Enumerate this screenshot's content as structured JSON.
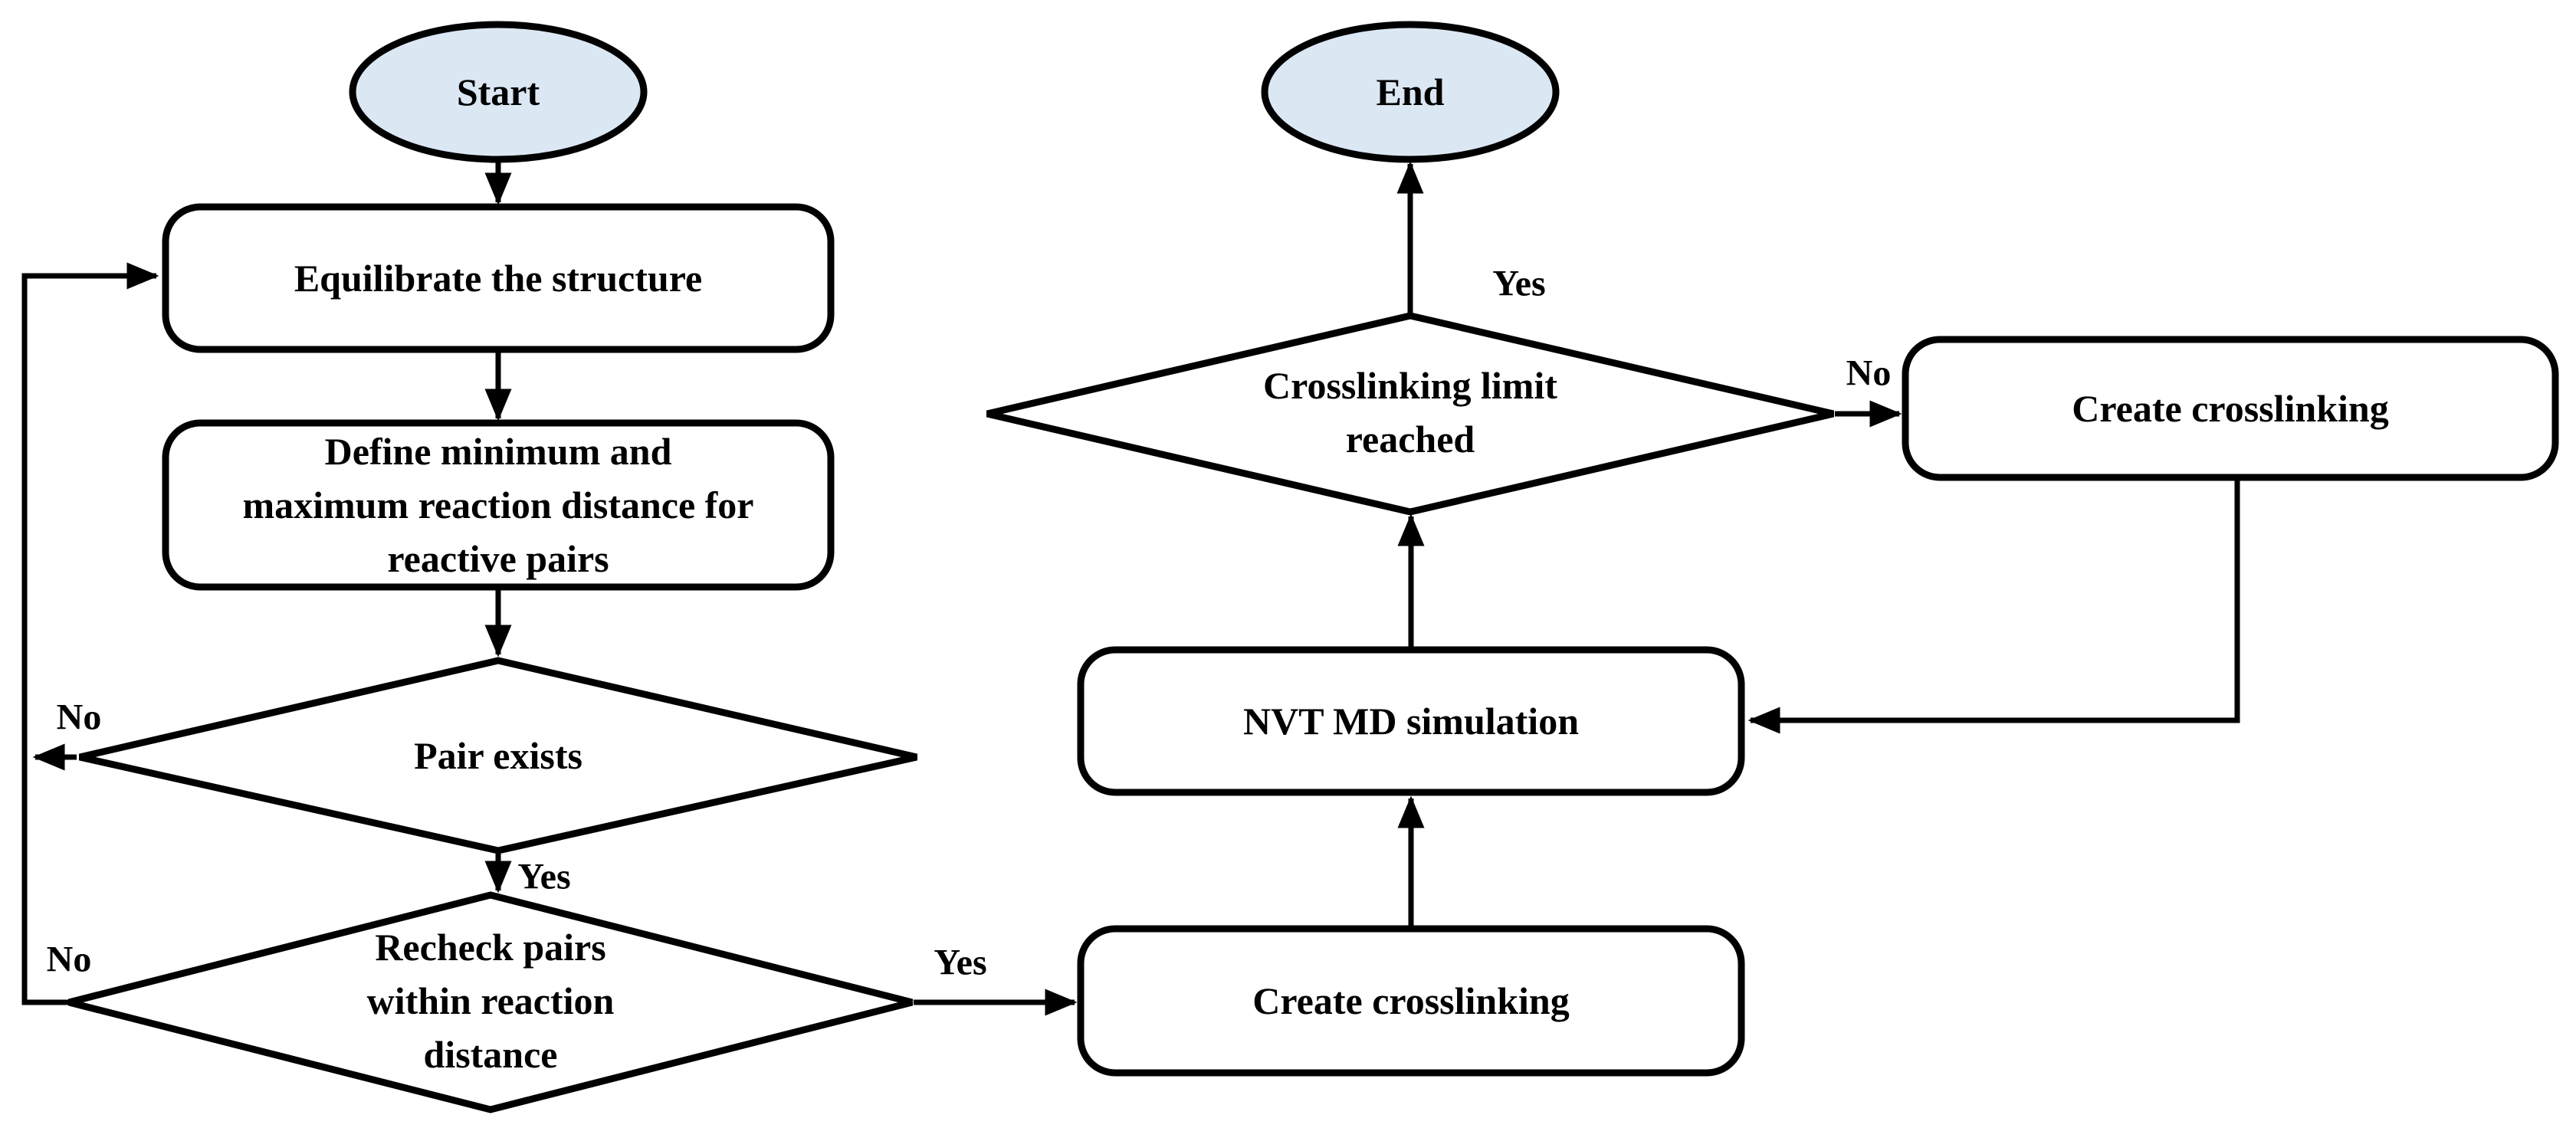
{
  "diagram": {
    "background": "#ffffff",
    "stroke_color": "#000000",
    "terminator_fill": "#dbe7f3",
    "process_fill": "#ffffff",
    "nodes": {
      "start": {
        "type": "terminator",
        "label": "Start"
      },
      "equilibrate": {
        "type": "process",
        "label": "Equilibrate the structure"
      },
      "define_distance": {
        "type": "process",
        "lines": [
          "Define minimum and",
          "maximum reaction distance for",
          "reactive pairs"
        ]
      },
      "pair_exists": {
        "type": "decision",
        "label": "Pair exists"
      },
      "recheck_pairs": {
        "type": "decision",
        "lines": [
          "Recheck pairs",
          "within reaction",
          "distance"
        ]
      },
      "create_crosslinking": {
        "type": "process",
        "label": "Create crosslinking"
      },
      "nvt_md": {
        "type": "process",
        "label": "NVT MD simulation"
      },
      "crosslinking_limit": {
        "type": "decision",
        "lines": [
          "Crosslinking limit",
          "reached"
        ]
      },
      "create_crosslinking_alt": {
        "type": "process",
        "label": "Create crosslinking"
      },
      "end": {
        "type": "terminator",
        "label": "End"
      }
    },
    "edge_labels": {
      "pair_exists_no": "No",
      "pair_exists_yes": "Yes",
      "recheck_no": "No",
      "recheck_yes": "Yes",
      "crosslinking_limit_yes": "Yes",
      "crosslinking_limit_no": "No"
    }
  }
}
